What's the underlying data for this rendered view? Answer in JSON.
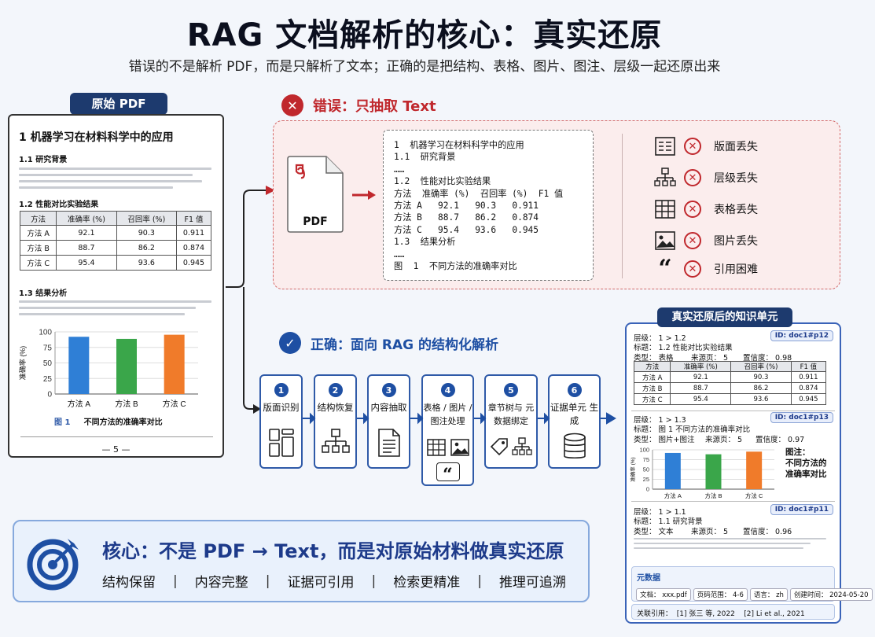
{
  "header": {
    "title": "RAG 文档解析的核心：真实还原",
    "subtitle": "错误的不是解析 PDF，而是只解析了文本；正确的是把结构、表格、图片、图注、层级一起还原出来"
  },
  "original": {
    "label": "原始 PDF",
    "h1": "1  机器学习在材料科学中的应用",
    "h11": "1.1  研究背景",
    "h12": "1.2  性能对比实验结果",
    "table": {
      "headers": [
        "方法",
        "准确率 (%)",
        "召回率 (%)",
        "F1 值"
      ],
      "rows": [
        [
          "方法 A",
          "92.1",
          "90.3",
          "0.911"
        ],
        [
          "方法 B",
          "88.7",
          "86.2",
          "0.874"
        ],
        [
          "方法 C",
          "95.4",
          "93.6",
          "0.945"
        ]
      ]
    },
    "h13": "1.3  结果分析",
    "caption_num": "图  1",
    "caption_text": "不同方法的准确率对比",
    "page_num": "— 5 —"
  },
  "chart_data": {
    "type": "bar",
    "categories": [
      "方法 A",
      "方法 B",
      "方法 C"
    ],
    "values": [
      92.1,
      88.7,
      95.4
    ],
    "ylabel": "准确率 (%)",
    "yticks": [
      "0",
      "25",
      "50",
      "75",
      "100"
    ],
    "ylim": [
      0,
      100
    ],
    "colors": [
      "#2f7fd6",
      "#3aa64a",
      "#f07b2a"
    ],
    "grid": true
  },
  "chart_small": {
    "yticks": [
      "0",
      "25",
      "50",
      "75",
      "100"
    ],
    "ylabel": "准确率 (%)",
    "caption": "图注：\n不同方法的\n准确率对比"
  },
  "wrong": {
    "title": "错误：只抽取 Text",
    "pdf_label": "PDF",
    "extracted_text": "1  机器学习在材料科学中的应用\n1.1  研究背景\n……\n1.2  性能对比实验结果\n方法  准确率 (%)  召回率 (%)  F1 值\n方法 A   92.1   90.3   0.911\n方法 B   88.7   86.2   0.874\n方法 C   95.4   93.6   0.945\n1.3  结果分析\n……\n图  1  不同方法的准确率对比",
    "losses": [
      "版面丢失",
      "层级丢失",
      "表格丢失",
      "图片丢失",
      "引用困难"
    ]
  },
  "right": {
    "title": "正确：面向 RAG 的结构化解析",
    "steps": [
      {
        "num": "1",
        "label": "版面识别"
      },
      {
        "num": "2",
        "label": "结构恢复"
      },
      {
        "num": "3",
        "label": "内容抽取"
      },
      {
        "num": "4",
        "label": "表格 / 图片 / 图注处理"
      },
      {
        "num": "5",
        "label": "章节树与 元数据绑定"
      },
      {
        "num": "6",
        "label": "证据单元 生成"
      }
    ]
  },
  "knowledge": {
    "title": "真实还原后的知识单元",
    "unit1": {
      "level": "层级： 1 > 1.2",
      "title": "标题： 1.2  性能对比实验结果",
      "type": "类型： 表格",
      "page": "来源页： 5",
      "conf": "置信度： 0.98",
      "id": "ID: doc1#p12"
    },
    "unit2": {
      "level": "层级： 1 > 1.3",
      "title": "标题： 图  1  不同方法的准确率对比",
      "type": "类型： 图片+图注",
      "page": "来源页： 5",
      "conf": "置信度： 0.97",
      "id": "ID: doc1#p13"
    },
    "unit3": {
      "level": "层级： 1 > 1.1",
      "title": "标题： 1.1  研究背景",
      "type": "类型： 文本",
      "page": "来源页： 5",
      "conf": "置信度： 0.96",
      "id": "ID: doc1#p11"
    },
    "meta_title": "元数据",
    "meta": [
      "文档： xxx.pdf",
      "页码范围： 4-6",
      "语言： zh",
      "创建时间： 2024-05-20"
    ],
    "refs": "关联引用：  [1] 张三 等, 2022    [2] Li et al., 2021"
  },
  "core": {
    "headline": "核心：不是 PDF → Text，而是对原始材料做真实还原",
    "points": [
      "结构保留",
      "内容完整",
      "证据可引用",
      "检索更精准",
      "推理可追溯"
    ]
  }
}
